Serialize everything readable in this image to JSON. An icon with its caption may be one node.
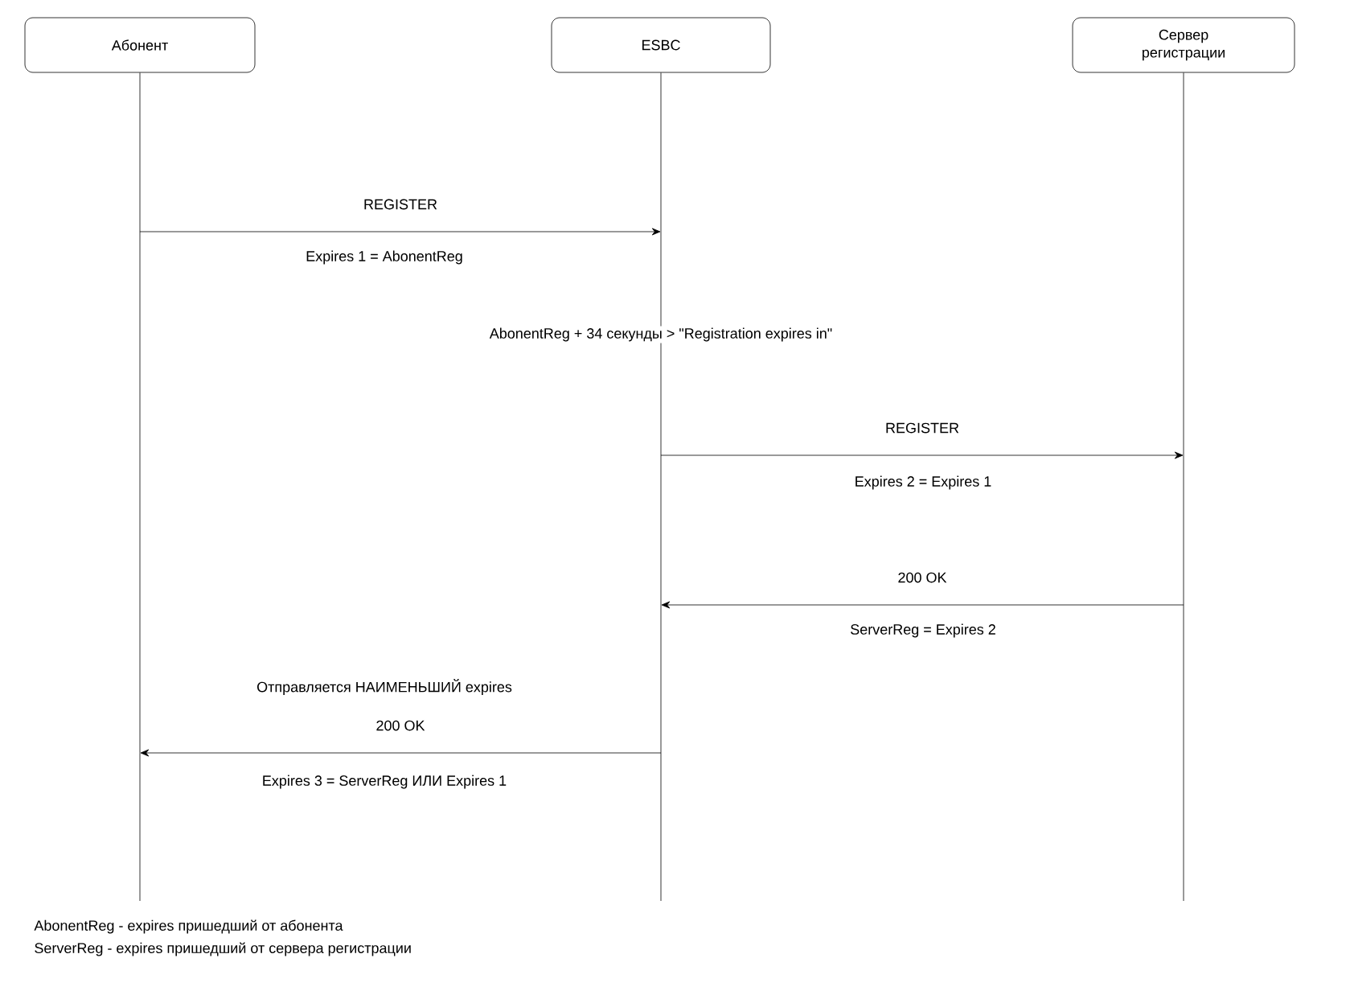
{
  "diagram": {
    "nodes": [
      {
        "text": [
          "Абонент"
        ]
      },
      {
        "text": [
          "ESBC"
        ]
      },
      {
        "text": [
          "Сервер регистрации"
        ]
      }
    ],
    "edges": [
      {
        "from": 0,
        "to": 1,
        "arrow": "to",
        "label": "REGISTER"
      },
      {
        "from": 1,
        "to": 2,
        "arrow": "to",
        "label": "REGISTER"
      },
      {
        "from": 2,
        "to": 1,
        "arrow": "to",
        "label": "200 OK"
      },
      {
        "from": 1,
        "to": 0,
        "arrow": "to",
        "label": "200 OK"
      }
    ],
    "labels": [
      "Expires 1 = AbonentReg",
      "AbonentReg + 34 секунды > \"Registration expires in\"",
      "Expires 2 = Expires 1",
      "ServerReg = Expires 2",
      "Отправляется НАИМЕНЬШИЙ expires",
      "Expires 3 = ServerReg ИЛИ Expires 1",
      "AbonentReg - expires пришедший от абонента",
      "ServerReg - expires пришедший от сервера регистрации"
    ]
  }
}
